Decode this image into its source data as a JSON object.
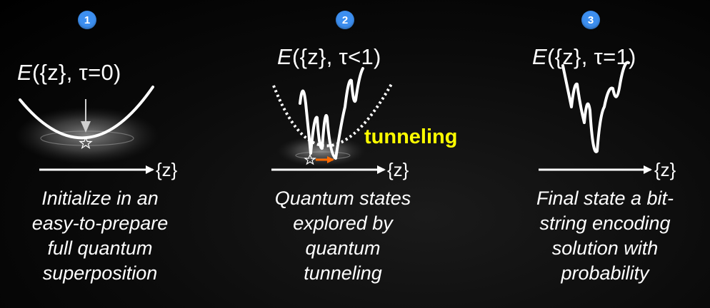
{
  "panels": [
    {
      "step": "1",
      "energy_prefix": "E",
      "energy_rest": "({z}, τ=0)",
      "axis_label": "{z}",
      "caption": [
        "Initialize in an",
        "easy-to-prepare",
        "full quantum",
        "superposition"
      ]
    },
    {
      "step": "2",
      "energy_prefix": "E",
      "energy_rest": "({z}, τ<1)",
      "axis_label": "{z}",
      "annotation": "tunneling",
      "caption": [
        "Quantum states",
        "explored by",
        "quantum",
        "tunneling"
      ]
    },
    {
      "step": "3",
      "energy_prefix": "E",
      "energy_rest": "({z}, τ=1)",
      "axis_label": "{z}",
      "caption": [
        "Final state a bit-",
        "string encoding",
        "solution with",
        "probability"
      ]
    }
  ],
  "colors": {
    "badge": "#3d8ff0",
    "tunneling": "#ffff00",
    "arrow": "#ff6a00",
    "curve": "#ffffff"
  }
}
